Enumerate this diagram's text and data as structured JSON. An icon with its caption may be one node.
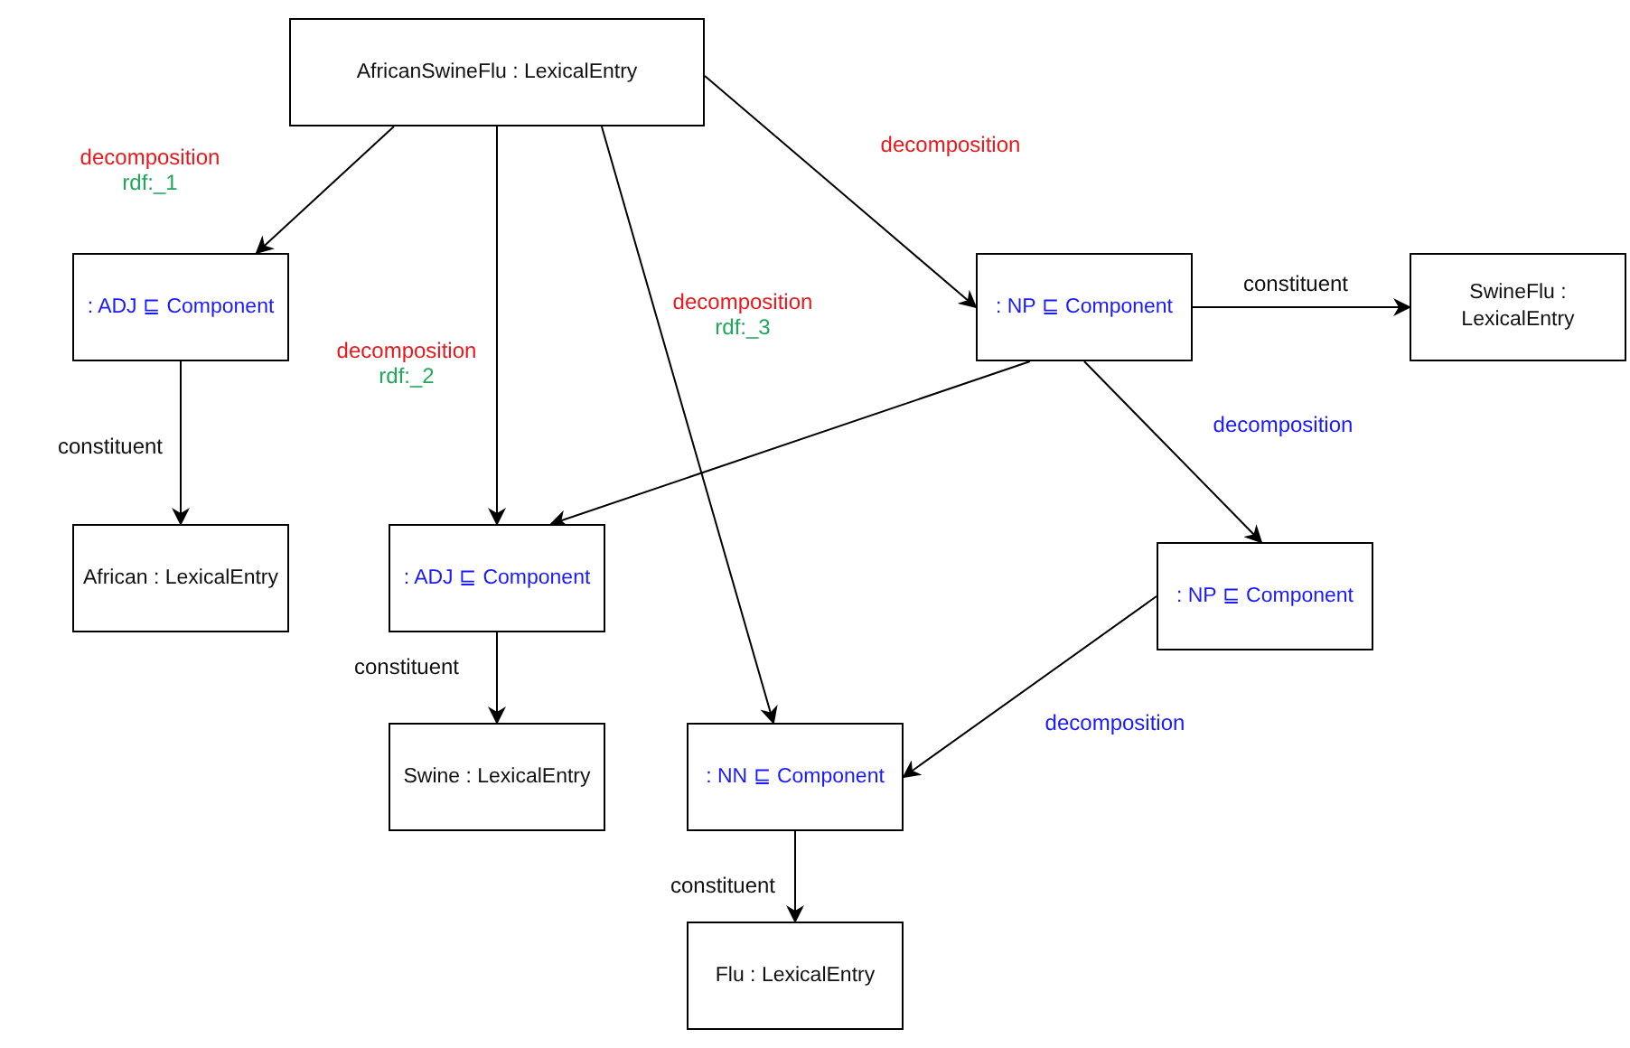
{
  "diagram": {
    "nodes": [
      {
        "text": [
          "AfricanSwineFlu : LexicalEntry"
        ]
      },
      {
        "text": [
          ": ADJ ⊑ Component"
        ]
      },
      {
        "text": [
          ": NP ⊑ Component"
        ]
      },
      {
        "text": [
          "SwineFlu : LexicalEntry"
        ]
      },
      {
        "text": [
          "African : LexicalEntry"
        ]
      },
      {
        "text": [
          ": ADJ ⊑ Component"
        ]
      },
      {
        "text": [
          ": NP ⊑ Component"
        ]
      },
      {
        "text": [
          "Swine : LexicalEntry"
        ]
      },
      {
        "text": [
          ": NN ⊑ Component"
        ]
      },
      {
        "text": [
          "Flu : LexicalEntry"
        ]
      }
    ],
    "edges": [
      {
        "from": 0,
        "to": 1,
        "arrow": "to",
        "label": "decomposition"
      },
      {
        "from": 0,
        "to": 5,
        "arrow": "to",
        "label": "decomposition"
      },
      {
        "from": 0,
        "to": 8,
        "arrow": "to",
        "label": "decomposition"
      },
      {
        "from": 0,
        "to": 2,
        "arrow": "to",
        "label": "decomposition"
      },
      {
        "from": 1,
        "to": 4,
        "arrow": "to",
        "label": "constituent"
      },
      {
        "from": 2,
        "to": 3,
        "arrow": "to",
        "label": "constituent"
      },
      {
        "from": 2,
        "to": 5,
        "arrow": "to"
      },
      {
        "from": 2,
        "to": 6,
        "arrow": "to",
        "label": "decomposition"
      },
      {
        "from": 5,
        "to": 7,
        "arrow": "to",
        "label": "constituent"
      },
      {
        "from": 6,
        "to": 8,
        "arrow": "to",
        "label": "decomposition"
      },
      {
        "from": 8,
        "to": 9,
        "arrow": "to",
        "label": "constituent"
      }
    ],
    "labels": [
      "rdf:_1",
      "rdf:_2",
      "rdf:_3"
    ]
  }
}
